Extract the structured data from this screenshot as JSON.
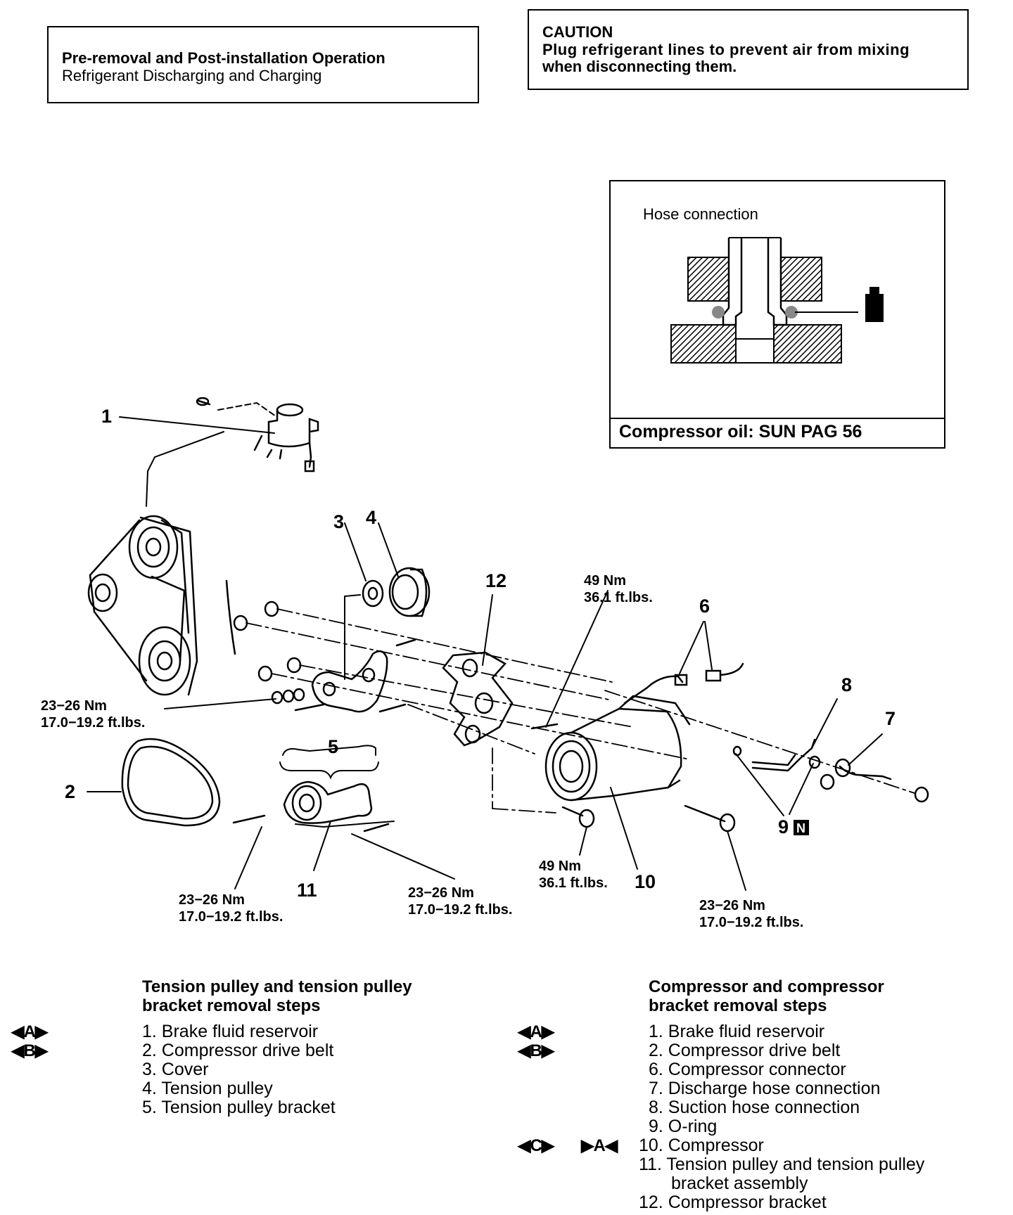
{
  "info_box": {
    "line1": "Pre-removal and Post-installation Operation",
    "line2": "Refrigerant Discharging and Charging"
  },
  "caution_box": {
    "title": "CAUTION",
    "line1": "Plug refrigerant lines to prevent air from mixing",
    "line2": "when disconnecting them."
  },
  "inset": {
    "label": "Hose connection",
    "footer": "Compressor oil: SUN PAG 56"
  },
  "callouts": {
    "c1": "1",
    "c2": "2",
    "c3": "3",
    "c4": "4",
    "c5": "5",
    "c6": "6",
    "c7": "7",
    "c8": "8",
    "c9": "9",
    "c10": "10",
    "c11": "11",
    "c12": "12"
  },
  "torques": {
    "top_49_a": "49 Nm",
    "top_49_b": "36.1 ft.lbs.",
    "left_a": "23−26 Nm",
    "left_b": "17.0−19.2 ft.lbs.",
    "bl_a": "23−26 Nm",
    "bl_b": "17.0−19.2 ft.lbs.",
    "bm_a": "23−26 Nm",
    "bm_b": "17.0−19.2 ft.lbs.",
    "b49_a": "49 Nm",
    "b49_b": "36.1 ft.lbs.",
    "br_a": "23−26 Nm",
    "br_b": "17.0−19.2 ft.lbs."
  },
  "left_steps": {
    "title_line1": "Tension pulley and tension pulley",
    "title_line2": "bracket removal steps",
    "items": [
      "1. Brake fluid reservoir",
      "2. Compressor drive belt",
      "3. Cover",
      "4. Tension pulley",
      "5. Tension pulley bracket"
    ],
    "symbols": [
      "◀A▶",
      "◀B▶"
    ]
  },
  "right_steps": {
    "title_line1": "Compressor and compressor",
    "title_line2": "bracket removal steps",
    "items": [
      "1. Brake fluid reservoir",
      "2. Compressor drive belt",
      "6. Compressor connector",
      "7. Discharge hose connection",
      "8. Suction hose connection",
      "9. O-ring",
      "10. Compressor",
      "11. Tension pulley and tension pulley",
      "bracket assembly",
      "12. Compressor bracket"
    ],
    "symbols": [
      "◀A▶",
      "◀B▶",
      "◀C▶",
      "▶A◀"
    ]
  }
}
